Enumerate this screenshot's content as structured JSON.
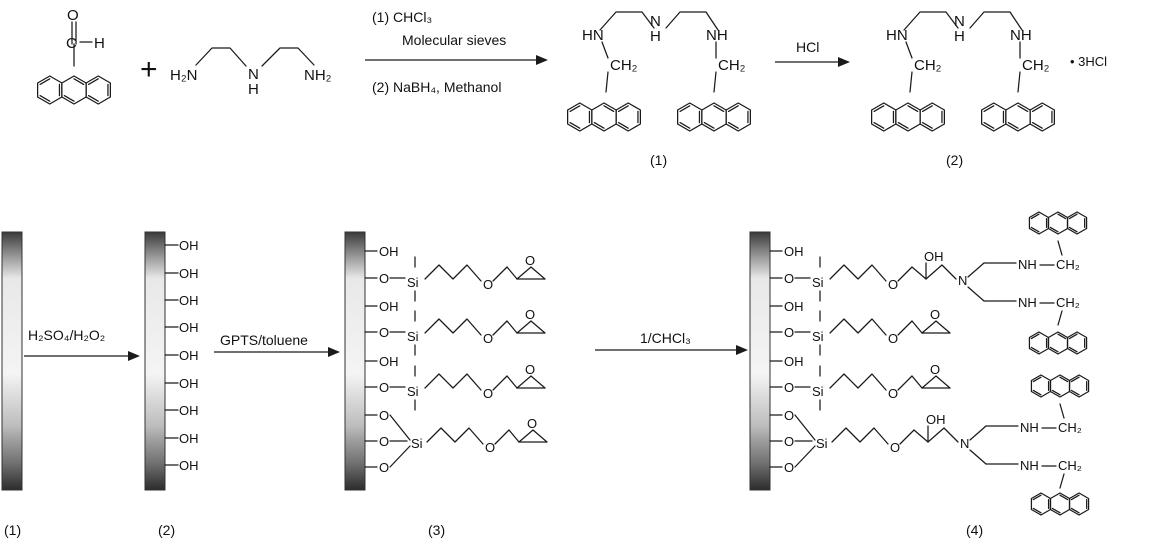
{
  "scheme_top": {
    "reactant_aldehyde": {
      "carbonyl_o": "O",
      "carbonyl_h": "H"
    },
    "plus_sign": "+",
    "reactant_amine": {
      "nh2_left": "H₂N",
      "nh_center": "N",
      "nh_center_h": "H",
      "nh2_right": "NH₂"
    },
    "step1_conditions": [
      "(1) CHCl₃",
      "Molecular sieves",
      "(2) NaBH₄, Methanol"
    ],
    "product_1": {
      "hn_left": "HN",
      "n_center": "N",
      "n_center_h": "H",
      "nh_right": "NH",
      "ch2": "CH₂",
      "label": "(1)"
    },
    "step2_reagent": "HCl",
    "product_2": {
      "hn_left": "HN",
      "n_center": "N",
      "n_center_h": "H",
      "nh_right": "NH",
      "ch2": "CH₂",
      "salt": "• 3HCl",
      "label": "(2)"
    }
  },
  "scheme_bottom": {
    "step_a_reagent": "H₂SO₄/H₂O₂",
    "step_b_reagent": "GPTS/toluene",
    "step_c_reagent": "1/CHCl₃",
    "surface_groups": {
      "oh": "OH",
      "o": "O",
      "si": "Si",
      "n": "N",
      "nh": "NH",
      "ch2": "CH₂"
    },
    "labels": [
      "(1)",
      "(2)",
      "(3)",
      "(4)"
    ]
  }
}
